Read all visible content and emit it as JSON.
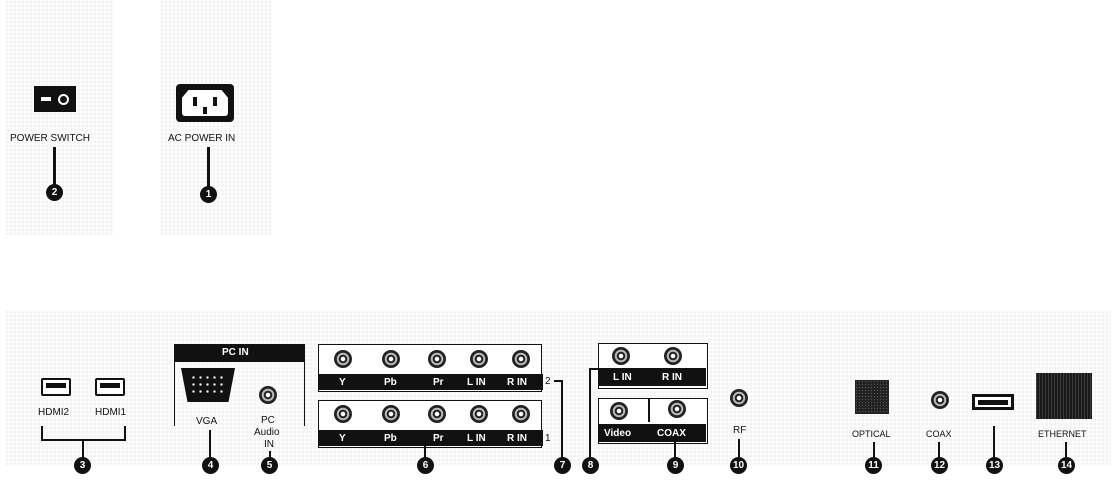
{
  "top": {
    "power_switch": {
      "label": "POWER SWITCH",
      "num": "2"
    },
    "ac_power": {
      "label": "AC POWER IN",
      "num": "1"
    }
  },
  "bottom": {
    "hdmi2": "HDMI2",
    "hdmi1": "HDMI1",
    "hdmi_num": "3",
    "pcin_title": "PC IN",
    "vga": "VGA",
    "vga_num": "4",
    "pc_audio_line1": "PC",
    "pc_audio_line2": "Audio",
    "pc_audio_line3": "IN",
    "pc_audio_num": "5",
    "comp_row2": [
      "Y",
      "Pb",
      "Pr",
      "L IN",
      "R IN"
    ],
    "comp_row1": [
      "Y",
      "Pb",
      "Pr",
      "L IN",
      "R IN"
    ],
    "row2_id": "2",
    "row1_id": "1",
    "comp_num": "6",
    "comp_side_num": "7",
    "av_l_in": "L IN",
    "av_r_in": "R IN",
    "av_num": "8",
    "video": "Video",
    "coax_out": "COAX",
    "video_num": "9",
    "rf": "RF",
    "rf_num": "10",
    "optical": "OPTICAL",
    "optical_num": "11",
    "coax": "COAX",
    "coax_num": "12",
    "usb_num": "13",
    "ethernet": "ETHERNET",
    "ethernet_num": "14"
  }
}
